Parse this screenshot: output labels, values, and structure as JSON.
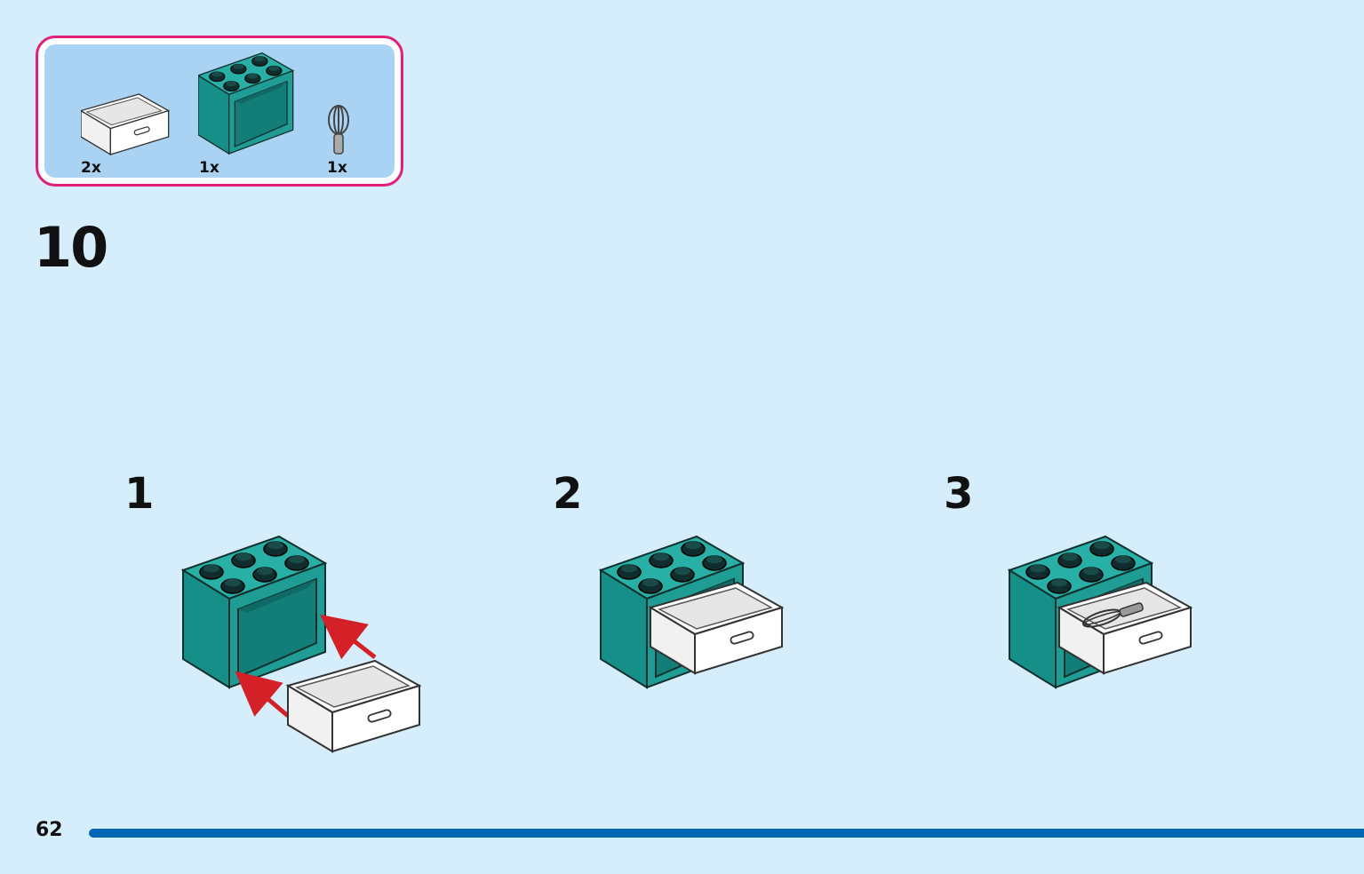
{
  "step": {
    "number": "10"
  },
  "parts": [
    {
      "name": "drawer",
      "quantity": "2x"
    },
    {
      "name": "cupboard-2x3x2",
      "quantity": "1x"
    },
    {
      "name": "whisk",
      "quantity": "1x"
    }
  ],
  "sub_steps": [
    {
      "label": "1"
    },
    {
      "label": "2"
    },
    {
      "label": "3"
    }
  ],
  "page": {
    "number": "62"
  },
  "colors": {
    "background": "#d6edfb",
    "parts_panel": "#aad3f3",
    "parts_border": "#e0207a",
    "brick_teal": "#1f9d94",
    "arrow_red": "#d42027",
    "rule_blue": "#0066b3"
  }
}
